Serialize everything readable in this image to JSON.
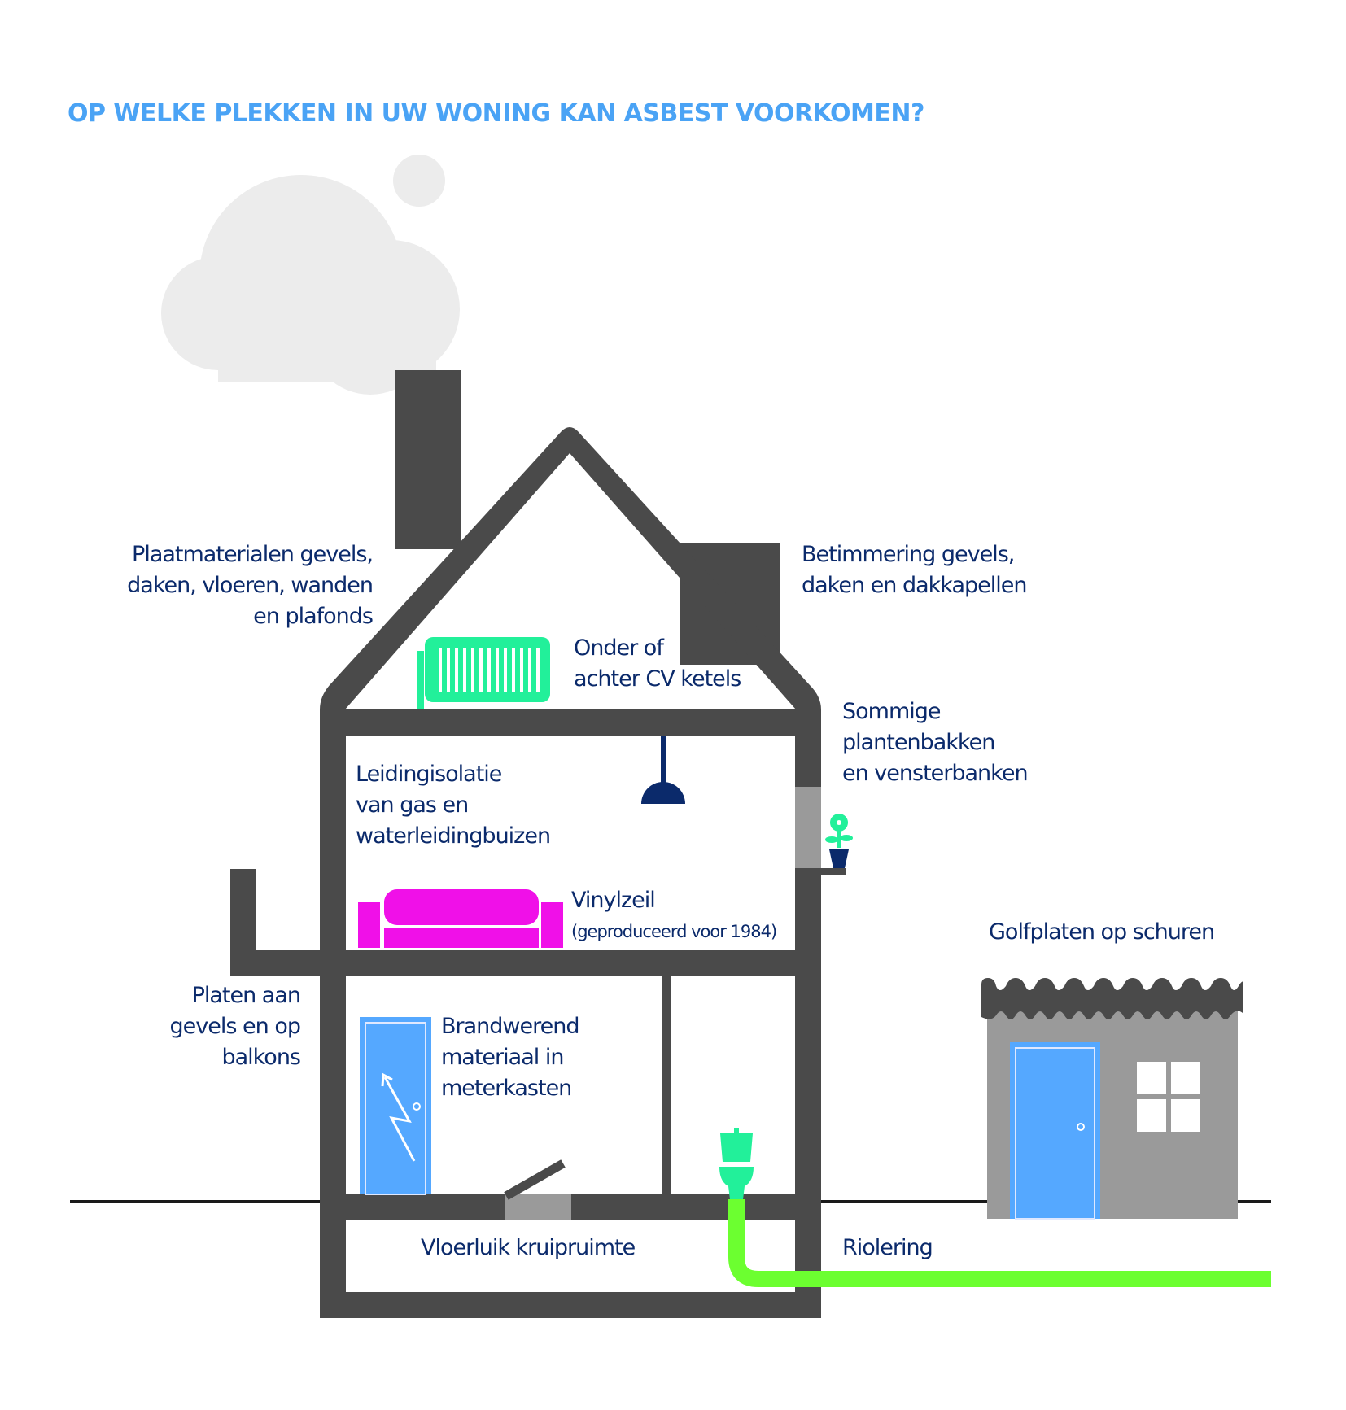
{
  "title": "OP WELKE PLEKKEN IN UW WONING KAN ASBEST VOORKOMEN?",
  "colors": {
    "title": "#4aa3f5",
    "label_text": "#0b2a6b",
    "house_walls": "#4a4a4a",
    "cloud": "#ececec",
    "radiator": "#22f09a",
    "sofa": "#f010e8",
    "door": "#55a8ff",
    "sewer_pipe": "#6cff30",
    "shed_wall": "#9a9a9a",
    "ground_line": "#1a1a1a"
  },
  "labels": {
    "plaatmaterialen": [
      "Plaatmaterialen gevels,",
      "daken, vloeren, wanden",
      "en plafonds"
    ],
    "betimmering": [
      "Betimmering gevels,",
      "daken en dakkapellen"
    ],
    "cv_ketels": [
      "Onder of",
      "achter CV ketels"
    ],
    "plantenbakken": [
      "Sommige",
      "plantenbakken",
      "en vensterbanken"
    ],
    "leidingisolatie": [
      "Leidingisolatie",
      "van gas en",
      "waterleidingbuizen"
    ],
    "vinylzeil": [
      "Vinylzeil",
      "(geproduceerd voor 1984)"
    ],
    "golfplaten": [
      "Golfplaten op schuren"
    ],
    "platen_gevels": [
      "Platen aan",
      "gevels en op",
      "balkons"
    ],
    "brandwerend": [
      "Brandwerend",
      "materiaal in",
      "meterkasten"
    ],
    "vloerluik": [
      "Vloerluik kruipruimte"
    ],
    "riolering": [
      "Riolering"
    ]
  },
  "icons": [
    "cloud-icon",
    "radiator-icon",
    "ceiling-lamp-icon",
    "flower-pot-icon",
    "sofa-icon",
    "door-icon",
    "lightning-icon",
    "toilet-icon",
    "shed-icon",
    "window-icon",
    "sewer-pipe-icon",
    "floor-hatch-icon"
  ]
}
